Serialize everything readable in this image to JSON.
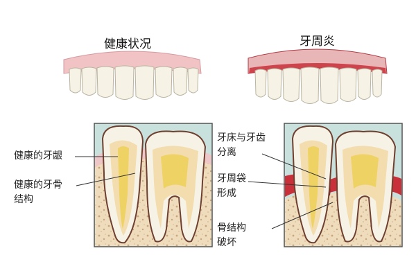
{
  "titles": {
    "healthy": "健康状况",
    "periodontitis": "牙周炎"
  },
  "labels": {
    "healthy_gum": "健康的牙龈",
    "healthy_bone_line1": "健康的牙骨",
    "healthy_bone_line2": "结构",
    "separation_line1": "牙床与牙齿",
    "separation_line2": "分离",
    "pocket_line1": "牙周袋",
    "pocket_line2": "形成",
    "bone_damage_line1": "骨结构",
    "bone_damage_line2": "破坏"
  },
  "colors": {
    "gum_healthy": "#f1c3c4",
    "gum_inflamed": "#c8303a",
    "enamel": "#f4f1e2",
    "dentin": "#f3dcae",
    "pulp": "#efd264",
    "bone": "#efdcbd",
    "fluid": "#c8e1dd",
    "root_outline": "#6f3f2f"
  }
}
